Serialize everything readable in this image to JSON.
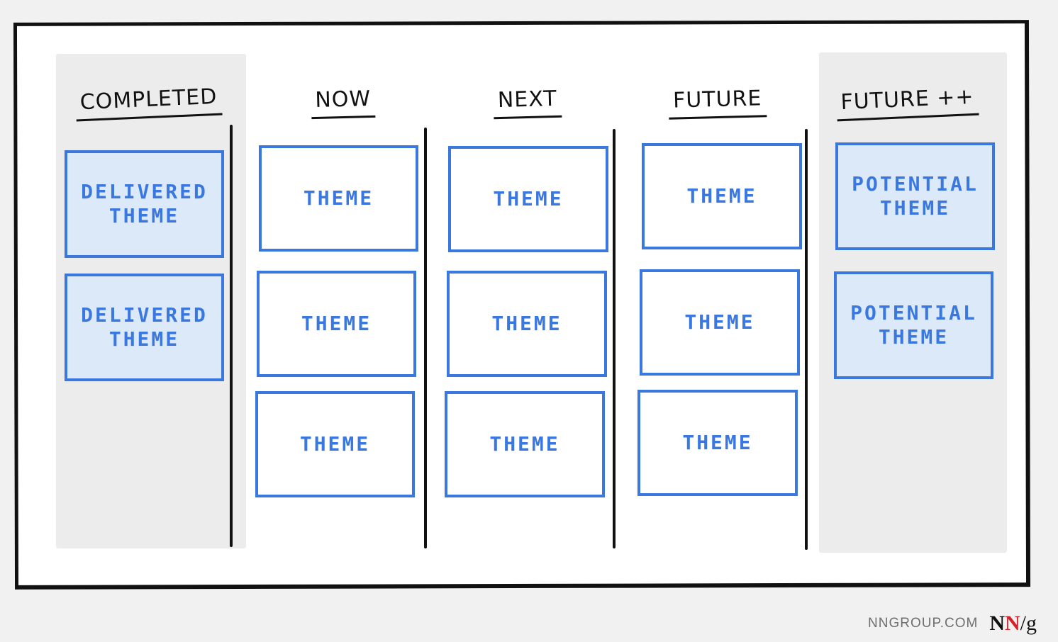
{
  "columns": [
    {
      "title": "COMPLETED",
      "cards": [
        "DELIVERED\nTHEME",
        "DELIVERED\nTHEME"
      ]
    },
    {
      "title": "NOW",
      "cards": [
        "THEME",
        "THEME",
        "THEME"
      ]
    },
    {
      "title": "NEXT",
      "cards": [
        "THEME",
        "THEME",
        "THEME"
      ]
    },
    {
      "title": "FUTURE",
      "cards": [
        "THEME",
        "THEME",
        "THEME"
      ]
    },
    {
      "title": "FUTURE ++",
      "cards": [
        "POTENTIAL\nTHEME",
        "POTENTIAL\nTHEME"
      ]
    }
  ],
  "colors": {
    "card_border": "#3a78e0",
    "highlight_card_fill": "#dbe9f9",
    "zone_fill": "#ececec",
    "ink": "#111111"
  },
  "footer": {
    "url": "NNGROUP.COM",
    "logo_n1": "N",
    "logo_n2": "N",
    "logo_g": "/g"
  }
}
